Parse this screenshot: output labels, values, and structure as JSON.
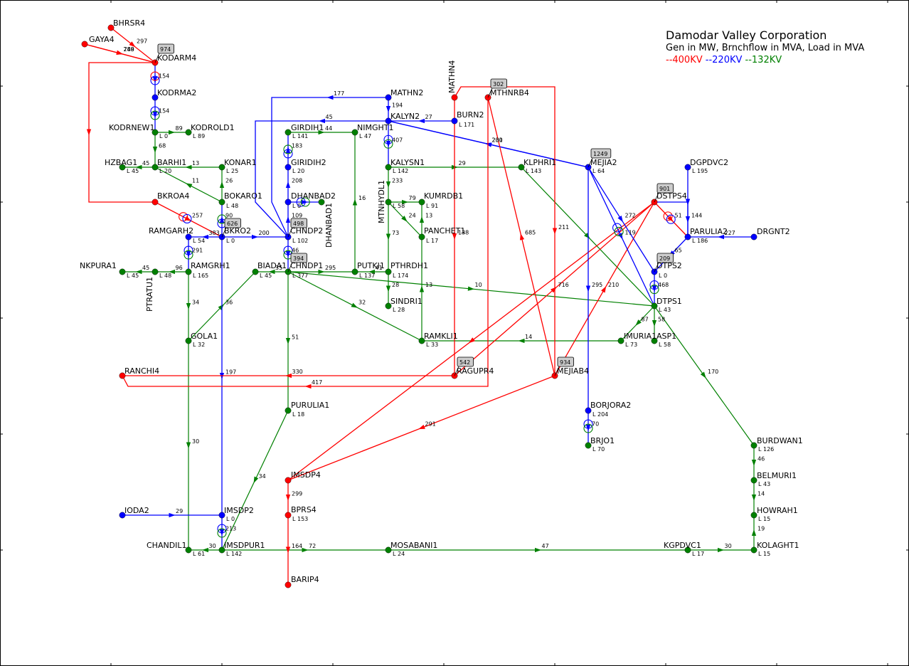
{
  "legend": {
    "title": "Damodar Valley Corporation",
    "subtitle": "Gen in MW, Brnchflow in MVA, Load in MVA",
    "kv400": "--400KV",
    "kv220": "--220KV",
    "kv132": "--132KV"
  },
  "colors": {
    "kv400": "#ff0000",
    "kv220": "#0000ff",
    "kv132": "#008000",
    "gen_box": "#cccccc"
  },
  "buses": [
    {
      "id": "BHRSR4",
      "label": "BHRSR4",
      "kv": "400"
    },
    {
      "id": "GAYA4",
      "label": "GAYA4",
      "kv": "400"
    },
    {
      "id": "KODARM4",
      "label": "KODARM4",
      "kv": "400",
      "gen": "974"
    },
    {
      "id": "KODRMA2",
      "label": "KODRMA2",
      "kv": "220"
    },
    {
      "id": "KODRNEW1",
      "label": "KODRNEW1",
      "kv": "132",
      "load": "L 0"
    },
    {
      "id": "KODROLD1",
      "label": "KODROLD1",
      "kv": "132",
      "load": "L 89"
    },
    {
      "id": "HZBAG1",
      "label": "HZBAG1",
      "kv": "132",
      "load": "L 45"
    },
    {
      "id": "BARHI1",
      "label": "BARHI1",
      "kv": "132",
      "load": "L 20"
    },
    {
      "id": "KONAR1",
      "label": "KONAR1",
      "kv": "132",
      "load": "L 25"
    },
    {
      "id": "BKROA4",
      "label": "BKROA4",
      "kv": "400"
    },
    {
      "id": "BOKARO1",
      "label": "BOKARO1",
      "kv": "132",
      "load": "L 48"
    },
    {
      "id": "RAMGARH2",
      "label": "RAMGARH2",
      "kv": "220",
      "load": "L 54"
    },
    {
      "id": "BKRO2",
      "label": "BKRO2",
      "kv": "220",
      "load": "L 0",
      "gen": "626"
    },
    {
      "id": "NKPURA1",
      "label": "NKPURA1",
      "kv": "132",
      "load": "L 45"
    },
    {
      "id": "PTRATU1",
      "label": "PTRATU1",
      "kv": "132",
      "load": "L 48"
    },
    {
      "id": "RAMGRH1",
      "label": "RAMGRH1",
      "kv": "132",
      "load": "L 165"
    },
    {
      "id": "GOLA1",
      "label": "GOLA1",
      "kv": "132",
      "load": "L 32"
    },
    {
      "id": "RANCHI4",
      "label": "RANCHI4",
      "kv": "400"
    },
    {
      "id": "IODA2",
      "label": "IODA2",
      "kv": "220"
    },
    {
      "id": "IMSDP2",
      "label": "IMSDP2",
      "kv": "220",
      "load": "L 0"
    },
    {
      "id": "CHANDIL1",
      "label": "CHANDIL1",
      "kv": "132",
      "load": "L 61"
    },
    {
      "id": "IMSDPUR1",
      "label": "IMSDPUR1",
      "kv": "132",
      "load": "L 142"
    },
    {
      "id": "GIRDIH1",
      "label": "GIRDIH1",
      "kv": "132",
      "load": "L 141"
    },
    {
      "id": "GIRIDIH2",
      "label": "GIRIDIH2",
      "kv": "220",
      "load": "L 20"
    },
    {
      "id": "DHANBAD2",
      "label": "DHANBAD2",
      "kv": "220",
      "load": "L 0"
    },
    {
      "id": "DHANBAD1",
      "label": "DHANBAD1",
      "kv": "132"
    },
    {
      "id": "CHNDP2",
      "label": "CHNDP2",
      "kv": "220",
      "load": "L 102",
      "gen": "498"
    },
    {
      "id": "BIADA1",
      "label": "BIADA1",
      "kv": "132",
      "load": "L 45"
    },
    {
      "id": "CHNDP1",
      "label": "CHNDP1",
      "kv": "132",
      "load": "L 377",
      "gen": "394"
    },
    {
      "id": "PURULIA1",
      "label": "PURULIA1",
      "kv": "132",
      "load": "L 18"
    },
    {
      "id": "IMSDP4",
      "label": "IMSDP4",
      "kv": "400"
    },
    {
      "id": "BPRS4",
      "label": "BPRS4",
      "kv": "400",
      "load": "L 153"
    },
    {
      "id": "BARIP4",
      "label": "BARIP4",
      "kv": "400"
    },
    {
      "id": "NIMGHT1",
      "label": "NIMGHT1",
      "kv": "132",
      "load": "L 47"
    },
    {
      "id": "PUTKI1",
      "label": "PUTKI1",
      "kv": "132",
      "load": "L 137"
    },
    {
      "id": "MATHN2",
      "label": "MATHN2",
      "kv": "220"
    },
    {
      "id": "KALYN2",
      "label": "KALYN2",
      "kv": "220"
    },
    {
      "id": "KALYSN1",
      "label": "KALYSN1",
      "kv": "132",
      "load": "L 142"
    },
    {
      "id": "MTNHYDL1",
      "label": "MTNHYDL1",
      "kv": "132",
      "load": "L 58"
    },
    {
      "id": "PTHRDH1",
      "label": "PTHRDH1",
      "kv": "132",
      "load": "L 174"
    },
    {
      "id": "SINDRI1",
      "label": "SINDRI1",
      "kv": "132",
      "load": "L 28"
    },
    {
      "id": "MOSABANI1",
      "label": "MOSABANI1",
      "kv": "132",
      "load": "L 24"
    },
    {
      "id": "KUMRDB1",
      "label": "KUMRDB1",
      "kv": "132",
      "load": "L 91"
    },
    {
      "id": "PANCHET1",
      "label": "PANCHET1",
      "kv": "132",
      "load": "L 17"
    },
    {
      "id": "RAMKLI1",
      "label": "RAMKLI1",
      "kv": "132",
      "load": "L 33"
    },
    {
      "id": "MATHN4",
      "label": "MATHN4",
      "kv": "400"
    },
    {
      "id": "MTHNRB4",
      "label": "MTHNRB4",
      "kv": "400",
      "gen": "302"
    },
    {
      "id": "BURN2",
      "label": "BURN2",
      "kv": "220",
      "load": "L 171"
    },
    {
      "id": "RAGUPR4",
      "label": "RAGUPR4",
      "kv": "400",
      "gen": "542"
    },
    {
      "id": "KLPHRI1",
      "label": "KLPHRI1",
      "kv": "132",
      "load": "L 143"
    },
    {
      "id": "MEJIAB4",
      "label": "MEJIAB4",
      "kv": "400",
      "gen": "934"
    },
    {
      "id": "MEJIA2",
      "label": "MEJIA2",
      "kv": "220",
      "load": "L 64",
      "gen": "1249"
    },
    {
      "id": "BORJORA2",
      "label": "BORJORA2",
      "kv": "220",
      "load": "L 204"
    },
    {
      "id": "BRJO1",
      "label": "BRJO1",
      "kv": "132",
      "load": "L 70"
    },
    {
      "id": "IMURIA1",
      "label": "IMURIA1",
      "kv": "132",
      "load": "L 73"
    },
    {
      "id": "DGPDVC2",
      "label": "DGPDVC2",
      "kv": "220",
      "load": "L 195"
    },
    {
      "id": "DSTPS4",
      "label": "DSTPS4",
      "kv": "400",
      "gen": "901"
    },
    {
      "id": "PARULIA2",
      "label": "PARULIA2",
      "kv": "220",
      "load": "L 186"
    },
    {
      "id": "DRGNT2",
      "label": "DRGNT2",
      "kv": "220"
    },
    {
      "id": "DTPS2",
      "label": "DTPS2",
      "kv": "220",
      "load": "L 0",
      "gen": "209"
    },
    {
      "id": "DTPS1",
      "label": "DTPS1",
      "kv": "132",
      "load": "L 43"
    },
    {
      "id": "ASP1",
      "label": "ASP1",
      "kv": "132",
      "load": "L 58"
    },
    {
      "id": "BURDWAN1",
      "label": "BURDWAN1",
      "kv": "132",
      "load": "L 126"
    },
    {
      "id": "BELMURI1",
      "label": "BELMURI1",
      "kv": "132",
      "load": "L 43"
    },
    {
      "id": "HOWRAH1",
      "label": "HOWRAH1",
      "kv": "132",
      "load": "L 15"
    },
    {
      "id": "KOLAGHT1",
      "label": "KOLAGHT1",
      "kv": "132",
      "load": "L 15"
    },
    {
      "id": "KGPDVC1",
      "label": "KGPDVC1",
      "kv": "132",
      "load": "L 17"
    }
  ],
  "branches": [
    {
      "from": "BHRSR4",
      "to": "KODARM4",
      "kv": "400",
      "flow": "297"
    },
    {
      "from": "GAYA4",
      "to": "KODARM4",
      "kv": "400",
      "flow": "748"
    },
    {
      "from": "GAYA4",
      "to": "KODARM4",
      "kv": "400",
      "flow": "289"
    },
    {
      "from": "KODARM4",
      "to": "BKROA4",
      "kv": "400",
      "flow": ""
    },
    {
      "from": "BKROA4",
      "to": "BKRO2",
      "kv": "400",
      "flow": "257"
    },
    {
      "from": "KODARM4",
      "to": "KODRMA2",
      "kv": "220",
      "flow": "154"
    },
    {
      "from": "KODRMA2",
      "to": "KODRNEW1",
      "kv": "220",
      "flow": "154"
    },
    {
      "from": "KODRNEW1",
      "to": "KODROLD1",
      "kv": "132",
      "flow": "89"
    },
    {
      "from": "KODRNEW1",
      "to": "BARHI1",
      "kv": "132",
      "flow": "68"
    },
    {
      "from": "BARHI1",
      "to": "HZBAG1",
      "kv": "132",
      "flow": "45"
    },
    {
      "from": "KONAR1",
      "to": "BARHI1",
      "kv": "132",
      "flow": "13"
    },
    {
      "from": "BOKARO1",
      "to": "BARHI1",
      "kv": "132",
      "flow": "11"
    },
    {
      "from": "BOKARO1",
      "to": "KONAR1",
      "kv": "132",
      "flow": "26"
    },
    {
      "from": "BKRO2",
      "to": "BOKARO1",
      "kv": "220",
      "flow": "90"
    },
    {
      "from": "BKRO2",
      "to": "RAMGARH2",
      "kv": "220",
      "flow": "383"
    },
    {
      "from": "BKRO2",
      "to": "CHNDP2",
      "kv": "220",
      "flow": "200"
    },
    {
      "from": "RAMGARH2",
      "to": "RAMGRH1",
      "kv": "220",
      "flow": "291"
    },
    {
      "from": "RAMGRH1",
      "to": "PTRATU1",
      "kv": "132",
      "flow": "96"
    },
    {
      "from": "PTRATU1",
      "to": "NKPURA1",
      "kv": "132",
      "flow": "45"
    },
    {
      "from": "RAMGRH1",
      "to": "GOLA1",
      "kv": "132",
      "flow": "34"
    },
    {
      "from": "GOLA1",
      "to": "CHANDIL1",
      "kv": "132",
      "flow": "30"
    },
    {
      "from": "GOLA1",
      "to": "BIADA1",
      "kv": "132",
      "flow": "36"
    },
    {
      "from": "BKRO2",
      "to": "IMSDP2",
      "kv": "220",
      "flow": "197"
    },
    {
      "from": "IODA2",
      "to": "IMSDP2",
      "kv": "220",
      "flow": "29"
    },
    {
      "from": "IMSDP2",
      "to": "IMSDPUR1",
      "kv": "220",
      "flow": "213"
    },
    {
      "from": "IMSDPUR1",
      "to": "CHANDIL1",
      "kv": "132",
      "flow": "30"
    },
    {
      "from": "PURULIA1",
      "to": "IMSDPUR1",
      "kv": "132",
      "flow": "34"
    },
    {
      "from": "IMSDPUR1",
      "to": "MOSABANI1",
      "kv": "132",
      "flow": "72"
    },
    {
      "from": "MOSABANI1",
      "to": "KGPDVC1",
      "kv": "132",
      "flow": "47"
    },
    {
      "from": "KGPDVC1",
      "to": "KOLAGHT1",
      "kv": "132",
      "flow": "30"
    },
    {
      "from": "GIRDIH1",
      "to": "NIMGHT1",
      "kv": "132",
      "flow": "44"
    },
    {
      "from": "GIRIDIH2",
      "to": "GIRDIH1",
      "kv": "220",
      "flow": "183"
    },
    {
      "from": "DHANBAD2",
      "to": "GIRIDIH2",
      "kv": "220",
      "flow": "208"
    },
    {
      "from": "CHNDP2",
      "to": "DHANBAD2",
      "kv": "220",
      "flow": "109"
    },
    {
      "from": "DHANBAD2",
      "to": "DHANBAD1",
      "kv": "220",
      "flow": "",
      "note": "transformer"
    },
    {
      "from": "CHNDP2",
      "to": "CHNDP1",
      "kv": "220",
      "flow": "46"
    },
    {
      "from": "CHNDP1",
      "to": "BIADA1",
      "kv": "132",
      "flow": "35"
    },
    {
      "from": "CHNDP1",
      "to": "PUTKI1",
      "kv": "132",
      "flow": "295"
    },
    {
      "from": "CHNDP1",
      "to": "PURULIA1",
      "kv": "132",
      "flow": "51"
    },
    {
      "from": "CHNDP1",
      "to": "RAMKLI1",
      "kv": "132",
      "flow": "32"
    },
    {
      "from": "CHNDP1",
      "to": "DTPS1",
      "kv": "132",
      "flow": "10"
    },
    {
      "from": "PUTKI1",
      "to": "NIMGHT1",
      "kv": "132",
      "flow": "16"
    },
    {
      "from": "PTHRDH1",
      "to": "PUTKI1",
      "kv": "132",
      "flow": "41"
    },
    {
      "from": "MATHN2",
      "to": "CHNDP2",
      "kv": "220",
      "flow": "177"
    },
    {
      "from": "KALYN2",
      "to": "CHNDP2",
      "kv": "220",
      "flow": "45"
    },
    {
      "from": "MATHN2",
      "to": "KALYN2",
      "kv": "220",
      "flow": "194"
    },
    {
      "from": "BURN2",
      "to": "KALYN2",
      "kv": "220",
      "flow": "27"
    },
    {
      "from": "KALYN2",
      "to": "KALYSN1",
      "kv": "220",
      "flow": "407"
    },
    {
      "from": "MEJIA2",
      "to": "KALYN2",
      "kv": "220",
      "flow": "231"
    },
    {
      "from": "MEJIA2",
      "to": "KALYN2",
      "kv": "220",
      "flow": "200"
    },
    {
      "from": "KALYSN1",
      "to": "KLPHRI1",
      "kv": "132",
      "flow": "29"
    },
    {
      "from": "KALYSN1",
      "to": "MTNHYDL1",
      "kv": "132",
      "flow": "233"
    },
    {
      "from": "MTNHYDL1",
      "to": "KUMRDB1",
      "kv": "132",
      "flow": "79"
    },
    {
      "from": "MTNHYDL1",
      "to": "PANCHET1",
      "kv": "132",
      "flow": "24"
    },
    {
      "from": "MTNHYDL1",
      "to": "PTHRDH1",
      "kv": "132",
      "flow": "73"
    },
    {
      "from": "PANCHET1",
      "to": "KUMRDB1",
      "kv": "132",
      "flow": "13"
    },
    {
      "from": "PTHRDH1",
      "to": "SINDRI1",
      "kv": "132",
      "flow": "28"
    },
    {
      "from": "RAMKLI1",
      "to": "PANCHET1",
      "kv": "132",
      "flow": "13"
    },
    {
      "from": "IMURIA1",
      "to": "RAMKLI1",
      "kv": "132",
      "flow": "14"
    },
    {
      "from": "DTPS1",
      "to": "IMURIA1",
      "kv": "132",
      "flow": "87"
    },
    {
      "from": "DTPS1",
      "to": "ASP1",
      "kv": "132",
      "flow": "58"
    },
    {
      "from": "DTPS1",
      "to": "BURDWAN1",
      "kv": "132",
      "flow": "170"
    },
    {
      "from": "KLPHRI1",
      "to": "DTPS1",
      "kv": "132",
      "flow": ""
    },
    {
      "from": "MATHN4",
      "to": "MTHNRB4",
      "kv": "400",
      "flow": "211"
    },
    {
      "from": "MTHNRB4",
      "to": "RAGUPR4",
      "kv": "400",
      "flow": "417"
    },
    {
      "from": "MATHN4",
      "to": "RAGUPR4",
      "kv": "400",
      "flow": "138"
    },
    {
      "from": "RAGUPR4",
      "to": "RANCHI4",
      "kv": "400",
      "flow": "330"
    },
    {
      "from": "RAGUPR4",
      "to": "DSTPS4",
      "kv": "400",
      "flow": "716"
    },
    {
      "from": "MEJIAB4",
      "to": "MTHNRB4",
      "kv": "400",
      "flow": "685"
    },
    {
      "from": "MEJIAB4",
      "to": "DSTPS4",
      "kv": "400",
      "flow": "210"
    },
    {
      "from": "MEJIAB4",
      "to": "IMSDP4",
      "kv": "400",
      "flow": "291"
    },
    {
      "from": "DSTPS4",
      "to": "IMSDP4",
      "kv": "400",
      "flow": ""
    },
    {
      "from": "IMSDP4",
      "to": "BPRS4",
      "kv": "400",
      "flow": "299"
    },
    {
      "from": "BPRS4",
      "to": "BARIP4",
      "kv": "400",
      "flow": "164"
    },
    {
      "from": "MEJIA2",
      "to": "DGPDVC2",
      "kv": "220",
      "flow": "144"
    },
    {
      "from": "MEJIA2",
      "to": "BORJORA2",
      "kv": "220",
      "flow": "295"
    },
    {
      "from": "MEJIA2",
      "to": "DTPS1",
      "kv": "220",
      "flow": "119"
    },
    {
      "from": "MEJIA2",
      "to": "DTPS2",
      "kv": "220",
      "flow": "272"
    },
    {
      "from": "BORJORA2",
      "to": "BRJO1",
      "kv": "220",
      "flow": "70"
    },
    {
      "from": "DSTPS4",
      "to": "PARULIA2",
      "kv": "400",
      "flow": "51"
    },
    {
      "from": "DGPDVC2",
      "to": "PARULIA2",
      "kv": "220",
      "flow": ""
    },
    {
      "from": "DRGNT2",
      "to": "PARULIA2",
      "kv": "220",
      "flow": "227"
    },
    {
      "from": "PARULIA2",
      "to": "DTPS2",
      "kv": "220",
      "flow": "65"
    },
    {
      "from": "DTPS2",
      "to": "DTPS1",
      "kv": "220",
      "flow": "468"
    },
    {
      "from": "BURDWAN1",
      "to": "BELMURI1",
      "kv": "132",
      "flow": "46"
    },
    {
      "from": "BELMURI1",
      "to": "HOWRAH1",
      "kv": "132",
      "flow": "14"
    },
    {
      "from": "KOLAGHT1",
      "to": "HOWRAH1",
      "kv": "132",
      "flow": "19"
    }
  ]
}
